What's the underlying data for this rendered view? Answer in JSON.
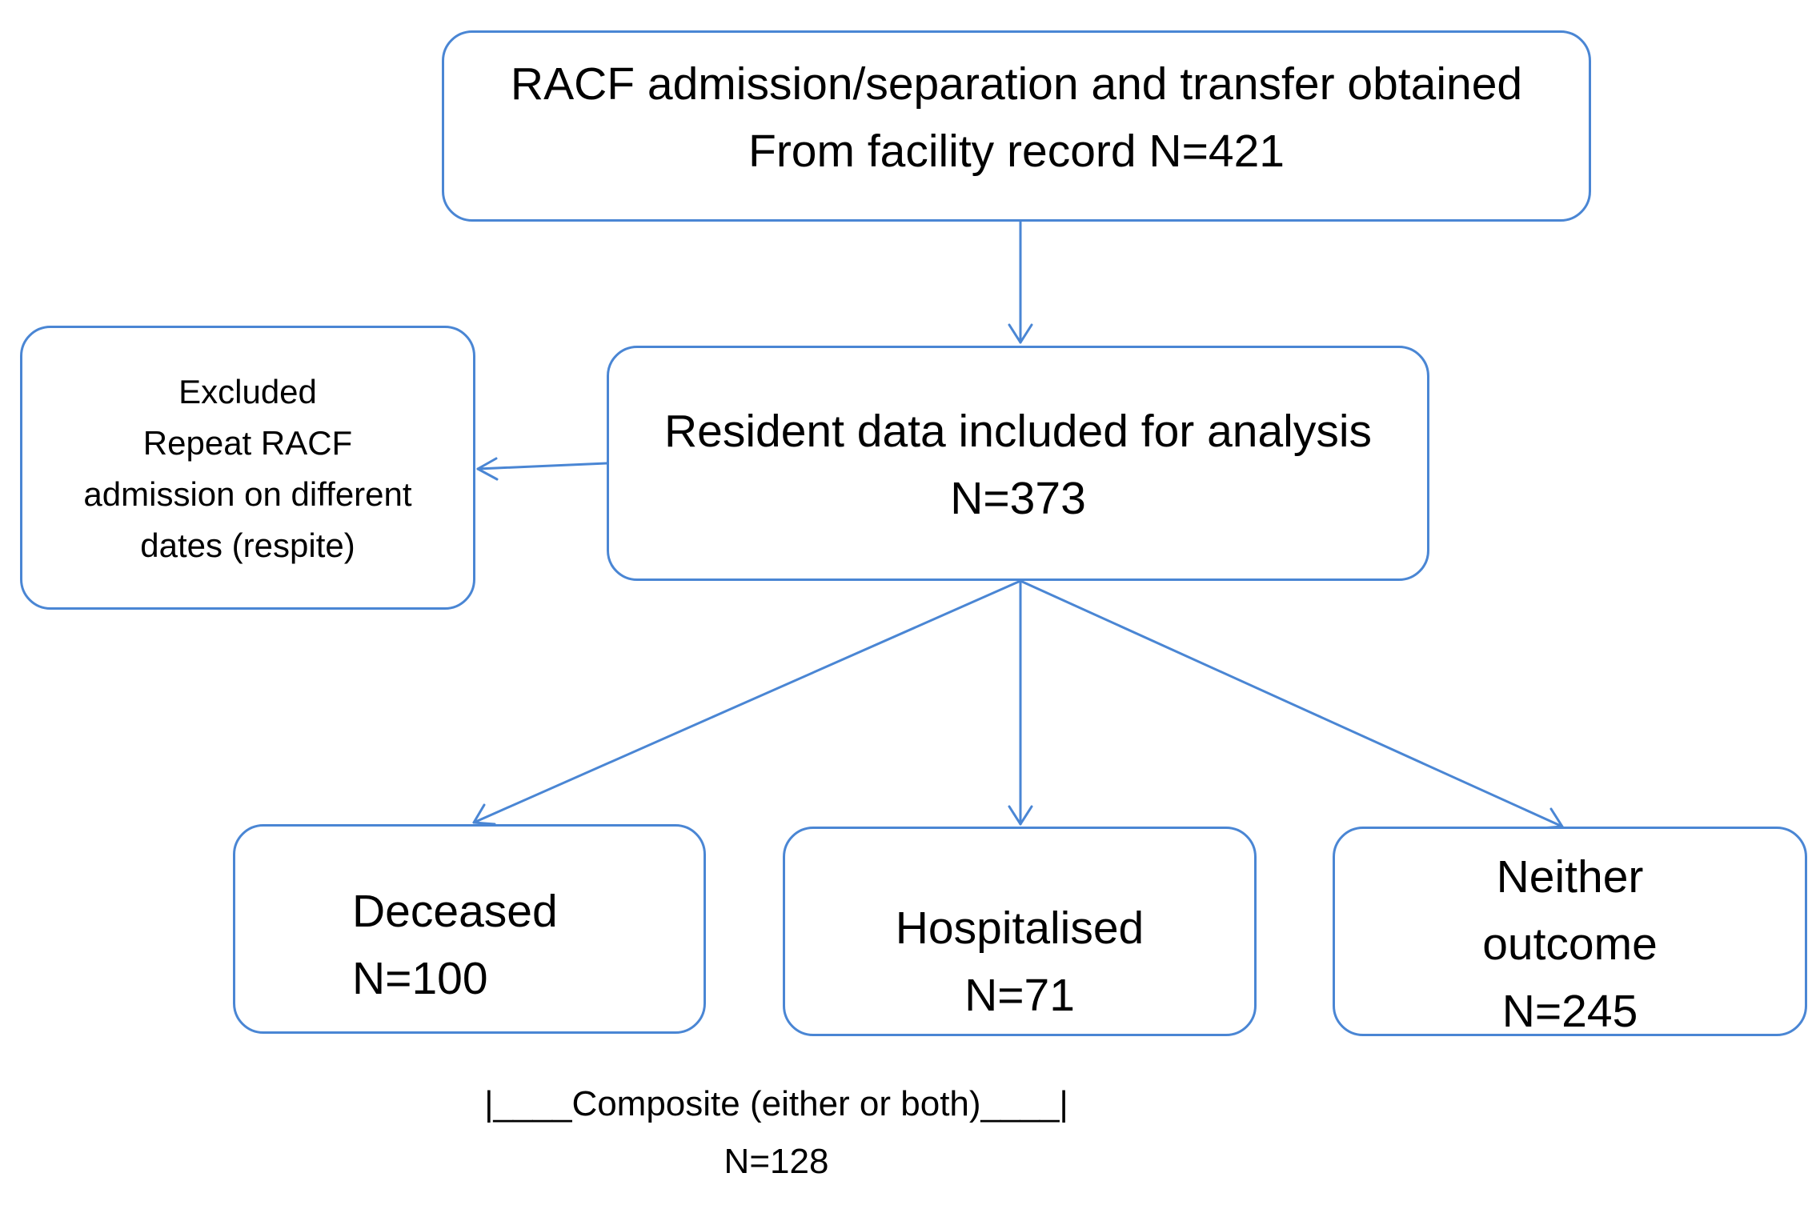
{
  "flowchart": {
    "source": {
      "lines": [
        "RACF admission/separation and transfer obtained",
        "From facility record  N=421"
      ]
    },
    "included": {
      "lines": [
        "Resident data included for analysis",
        "N=373"
      ]
    },
    "excluded": {
      "lines": [
        "Excluded",
        "Repeat RACF",
        "admission on different",
        "dates (respite)"
      ]
    },
    "deceased": {
      "lines": [
        "Deceased",
        "N=100"
      ]
    },
    "hospitalised": {
      "lines": [
        "Hospitalised",
        "N=71"
      ]
    },
    "neither": {
      "lines": [
        "Neither",
        "outcome",
        "N=245"
      ]
    },
    "composite": {
      "label": "|____Composite (either or both)____|",
      "count": "N=128"
    }
  },
  "colors": {
    "box_border": "#4a86d4",
    "arrow": "#4a86d4",
    "text": "#000000"
  }
}
